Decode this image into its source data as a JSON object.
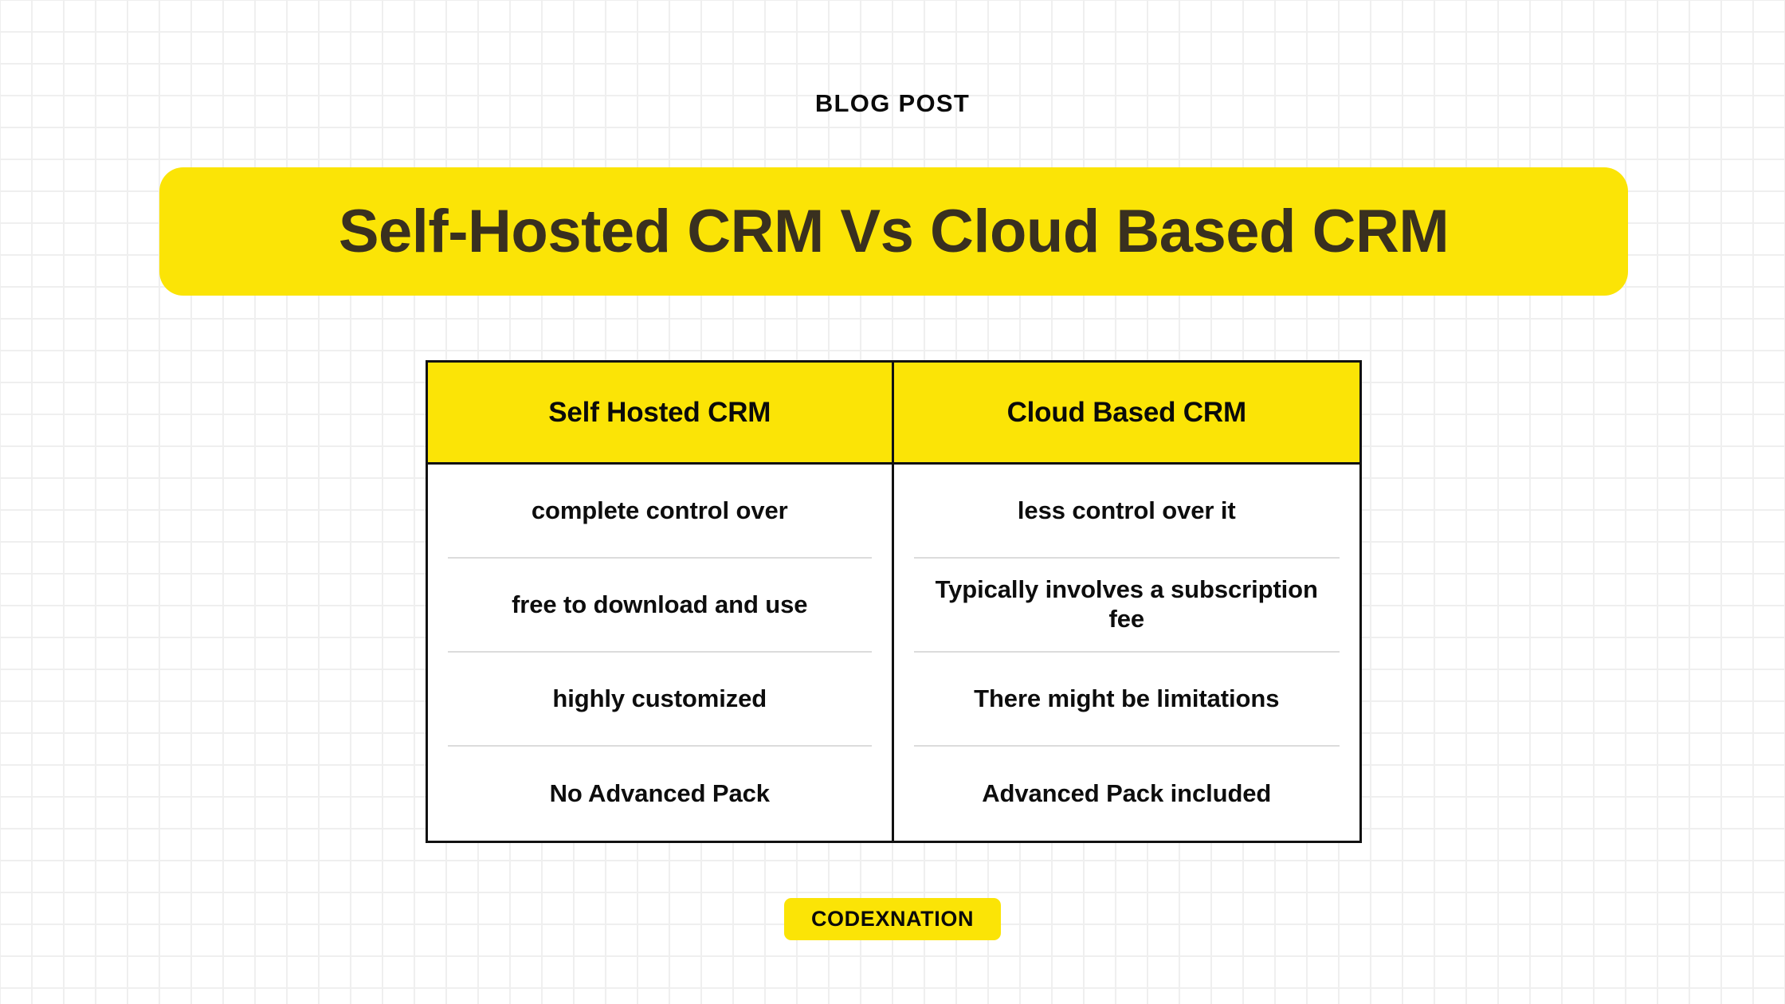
{
  "eyebrow": "BLOG POST",
  "title": "Self-Hosted CRM Vs Cloud Based CRM",
  "footer": {
    "brand": "CODEXNATION"
  },
  "colors": {
    "accent_yellow": "#FBE406",
    "title_text": "#39301F",
    "body_text": "#0D0D0D",
    "table_border": "#111111",
    "row_divider": "#DCDCDC",
    "page_background": "#FFFFFF",
    "grid_line": "#EFEFEF"
  },
  "table": {
    "columns": [
      {
        "header": "Self Hosted CRM",
        "rows": [
          "complete control over",
          "free to download and use",
          "highly customized",
          "No Advanced Pack"
        ]
      },
      {
        "header": "Cloud Based CRM",
        "rows": [
          "less control over it",
          "Typically involves a subscription fee",
          "There might be limitations",
          "Advanced Pack included"
        ]
      }
    ]
  }
}
